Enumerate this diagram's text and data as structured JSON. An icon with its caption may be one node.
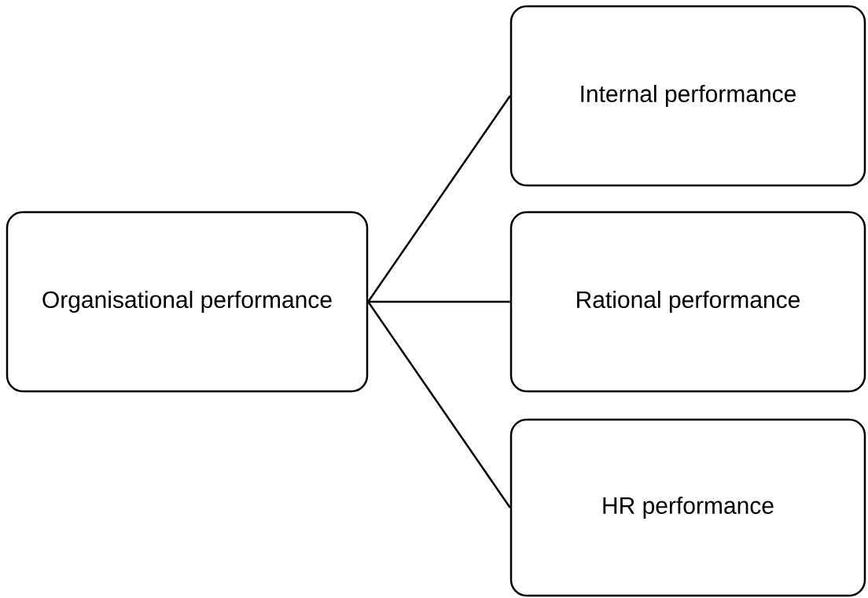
{
  "diagram": {
    "nodes": [
      {
        "text": [
          "Organisational performance"
        ]
      },
      {
        "text": [
          "Internal performance"
        ]
      },
      {
        "text": [
          "Rational performance"
        ]
      },
      {
        "text": [
          "HR performance"
        ]
      }
    ],
    "edges": [
      {
        "from": 0,
        "to": 1,
        "arrow": "none"
      },
      {
        "from": 0,
        "to": 2,
        "arrow": "none"
      },
      {
        "from": 0,
        "to": 3,
        "arrow": "none"
      }
    ]
  }
}
